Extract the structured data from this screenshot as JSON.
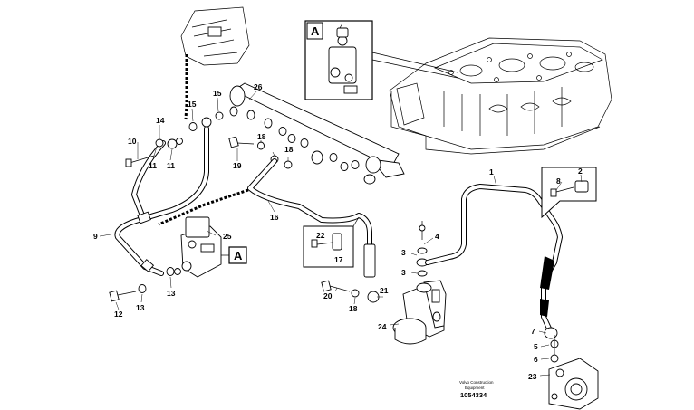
{
  "detail_label": "A",
  "callouts": [
    "1",
    "2",
    "3",
    "3",
    "4",
    "5",
    "6",
    "7",
    "8",
    "9",
    "10",
    "11",
    "11",
    "12",
    "13",
    "13",
    "14",
    "15",
    "15",
    "16",
    "17",
    "18",
    "18",
    "18",
    "19",
    "20",
    "21",
    "22",
    "23",
    "24",
    "25",
    "26"
  ],
  "caption": {
    "line1": "Volvo Construction",
    "line2": "Equipment",
    "number": "1054334"
  }
}
